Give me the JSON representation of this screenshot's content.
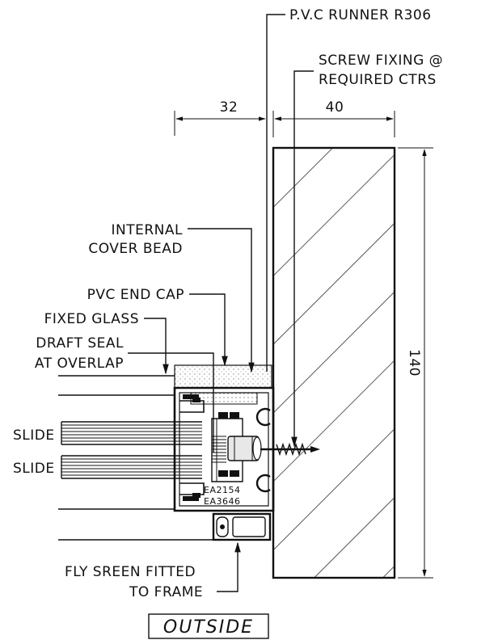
{
  "labels": {
    "pvc_runner": "P.V.C RUNNER R306",
    "screw_fixing_1": "SCREW FIXING @",
    "screw_fixing_2": "REQUIRED CTRS",
    "dim_32": "32",
    "dim_40": "40",
    "dim_140": "140",
    "internal_cover_1": "INTERNAL",
    "internal_cover_2": "COVER BEAD",
    "pvc_end_cap": "PVC END CAP",
    "fixed_glass": "FIXED GLASS",
    "draft_seal_1": "DRAFT SEAL",
    "draft_seal_2": "AT OVERLAP",
    "slide_1": "SLIDE",
    "slide_2": "SLIDE",
    "profile_code_1": "EA2154",
    "profile_code_2": "EA3646",
    "fly_screen_1": "FLY SREEN FITTED",
    "fly_screen_2": "TO FRAME",
    "outside": "OUTSIDE"
  }
}
